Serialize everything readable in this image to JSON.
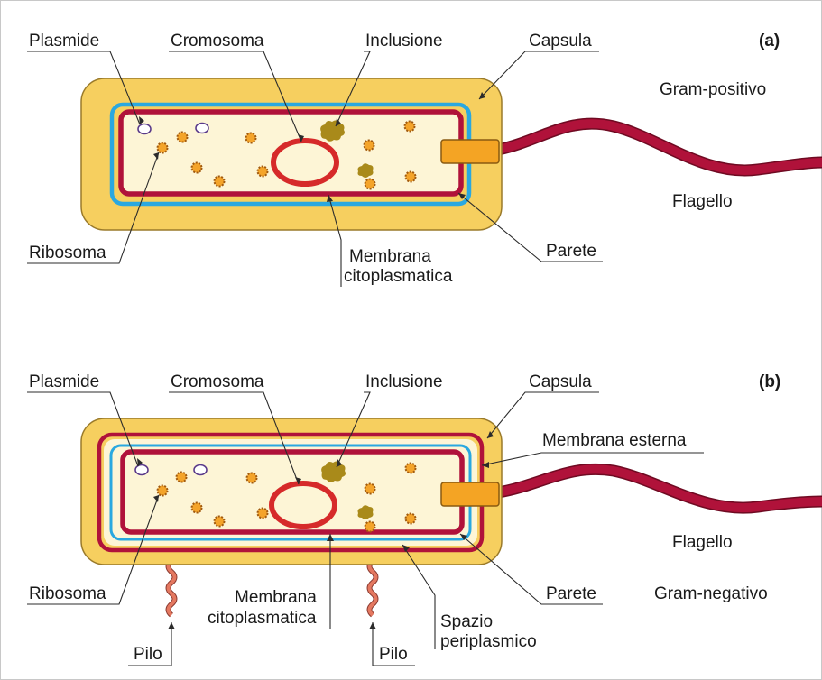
{
  "panel_a": {
    "tag": "(a)",
    "type_label": "Gram-positivo",
    "labels": {
      "plasmide": "Plasmide",
      "cromosoma": "Cromosoma",
      "inclusione": "Inclusione",
      "capsula": "Capsula",
      "ribosoma": "Ribosoma",
      "flagello": "Flagello",
      "parete": "Parete",
      "membrana_line1": "Membrana",
      "membrana_line2": "citoplasmatica"
    }
  },
  "panel_b": {
    "tag": "(b)",
    "type_label": "Gram-negativo",
    "labels": {
      "plasmide": "Plasmide",
      "cromosoma": "Cromosoma",
      "inclusione": "Inclusione",
      "capsula": "Capsula",
      "membrana_esterna": "Membrana esterna",
      "ribosoma": "Ribosoma",
      "flagello": "Flagello",
      "parete": "Parete",
      "membrana_line1": "Membrana",
      "membrana_line2": "citoplasmatica",
      "spazio_line1": "Spazio",
      "spazio_line2": "periplasmico",
      "pilo_left": "Pilo",
      "pilo_right": "Pilo"
    }
  },
  "colors": {
    "capsule": "#f6cf5f",
    "capsule_stroke": "#9a7a2a",
    "wall": "#2aa8e0",
    "membrane": "#b0123a",
    "cytoplasm": "#fdf5d6",
    "ribosome": "#f4a42a",
    "inclusion": "#a98a1a",
    "flagellum": "#b0123a",
    "pilus": "#e47860",
    "frame": "#c8c8c8"
  }
}
